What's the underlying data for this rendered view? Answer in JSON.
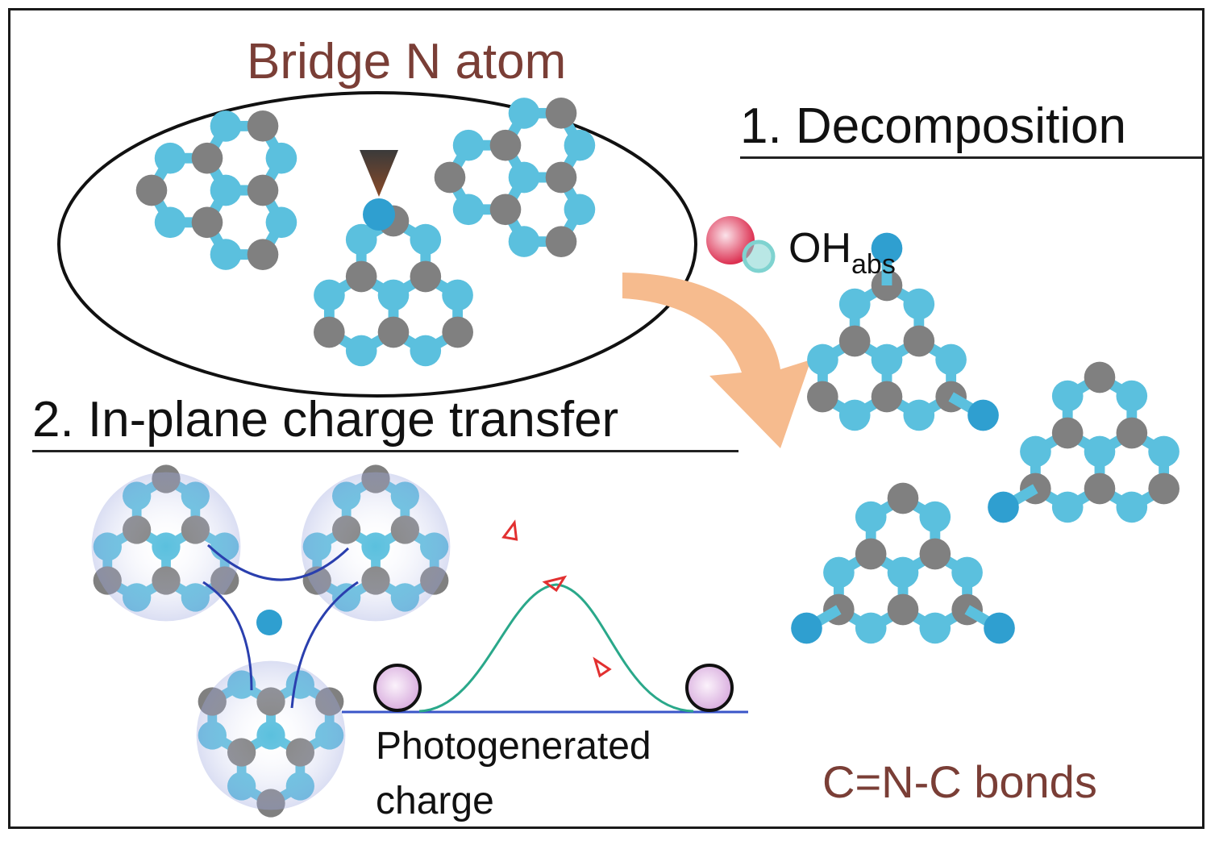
{
  "figure": {
    "labels": {
      "bridge_n_atom": "Bridge N atom",
      "decomposition": "1. Decomposition",
      "oh_main": "OH",
      "oh_sub": "abs",
      "in_plane_transfer": "2. In-plane charge transfer",
      "photogenerated": "Photogenerated",
      "charge": "charge",
      "cnc_bonds": "C=N-C bonds"
    },
    "colors": {
      "nitrogen": "#5bc0de",
      "nitrogen_terminal": "#2f9fd0",
      "carbon": "#808080",
      "arrow": "#f6bb8e",
      "oxygen": "#e0405e",
      "hydrogen": "#7fd3d0",
      "label_brown": "#7a3e36",
      "charge_path": "#2aa88a",
      "baseline": "#3a55c8",
      "charge_particle": "#e6c8ec",
      "pointer": "#5a3526"
    }
  }
}
